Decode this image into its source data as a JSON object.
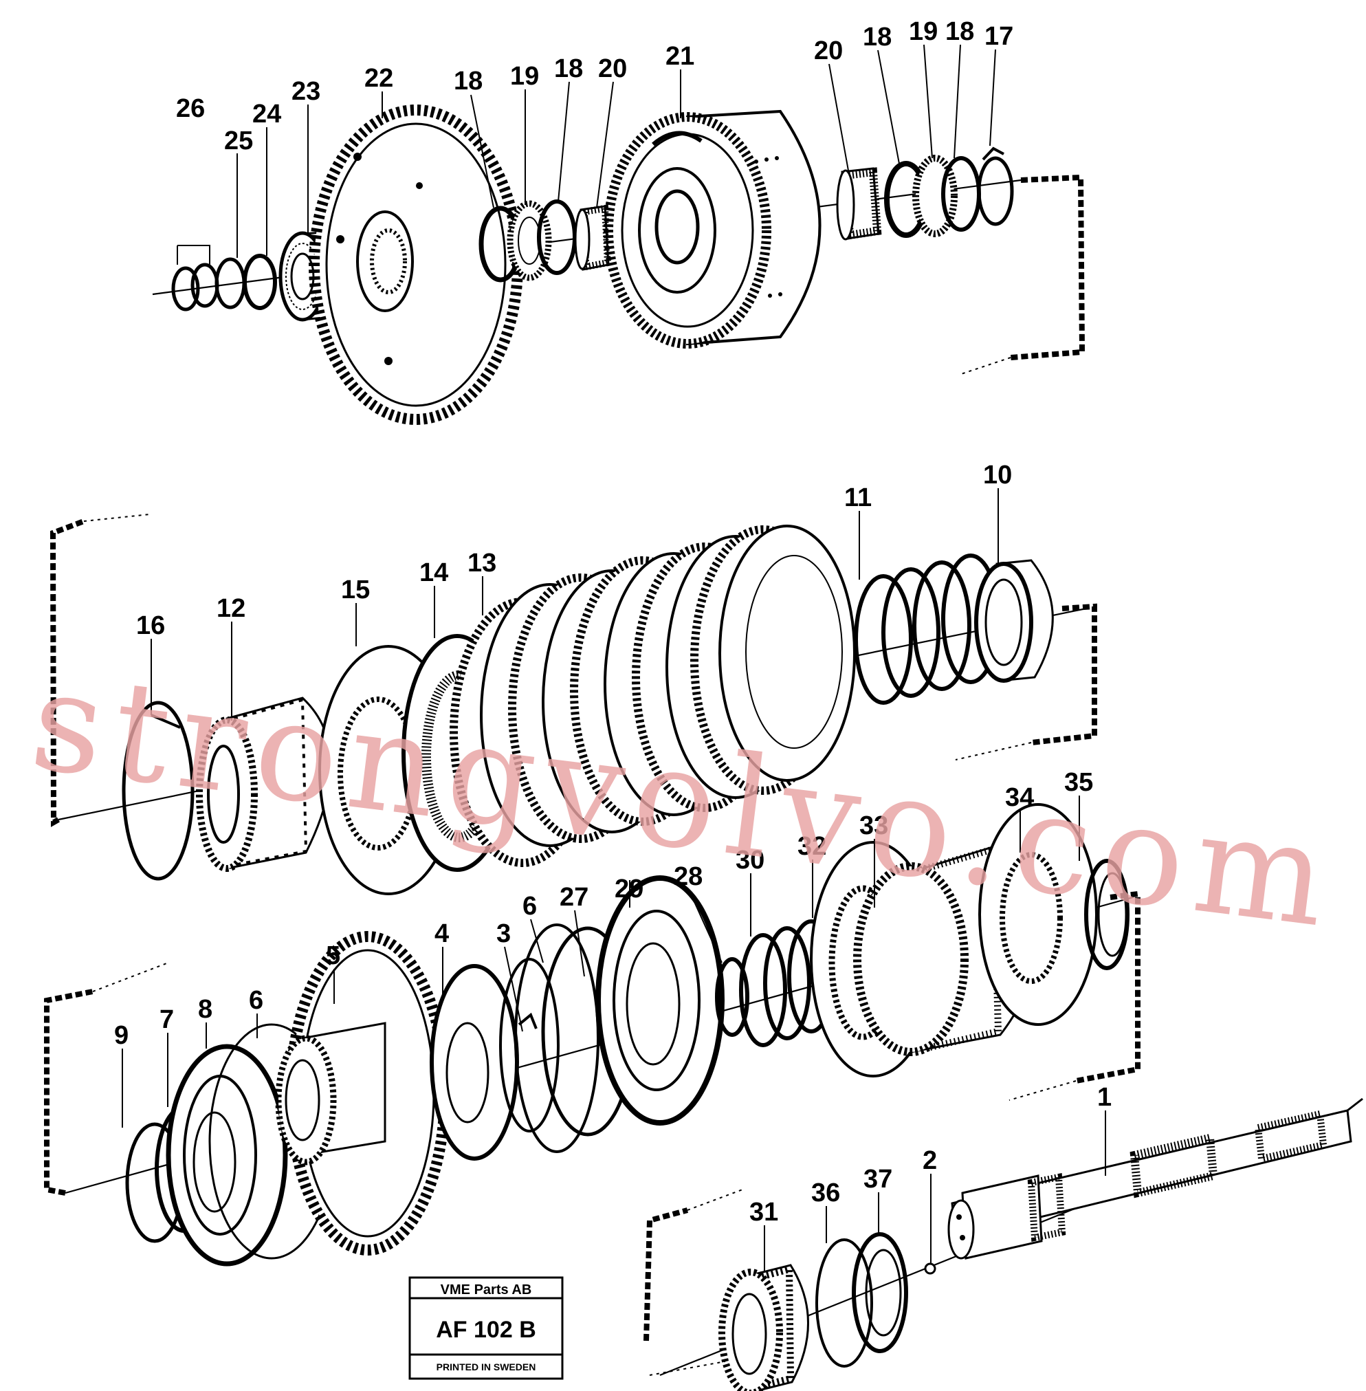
{
  "diagram": {
    "callouts": [
      "26",
      "25",
      "24",
      "23",
      "22",
      "18",
      "19",
      "18",
      "20",
      "21",
      "20",
      "18",
      "19",
      "18",
      "17",
      "16",
      "12",
      "15",
      "14",
      "13",
      "11",
      "10",
      "35",
      "34",
      "33",
      "32",
      "30",
      "28",
      "29",
      "27",
      "6",
      "3",
      "4",
      "5",
      "6",
      "8",
      "7",
      "9",
      "1",
      "2",
      "37",
      "36",
      "31"
    ]
  },
  "title_block": {
    "company": "VME Parts AB",
    "code": "AF 102 B",
    "printed": "PRINTED IN SWEDEN"
  },
  "watermark": "strongvolvo.com"
}
